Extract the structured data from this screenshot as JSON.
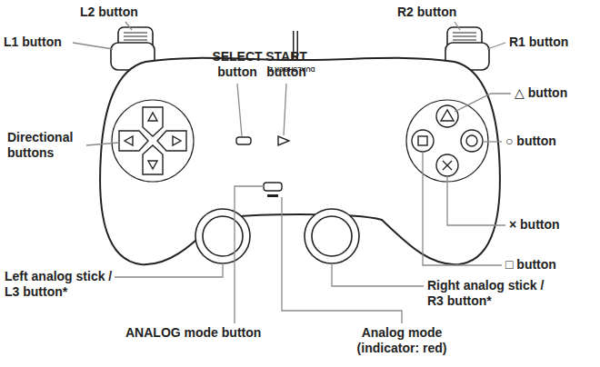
{
  "diagram": {
    "labels": [
      "L2 button",
      "R2 button",
      "L1 button",
      "SELECT button",
      "START button",
      "DUALSHOCK 2",
      "R1 button",
      "△ button",
      "Directional buttons",
      "○ button",
      "× button",
      "□ button",
      "Left analog stick / L3 button*",
      "Right analog stick / R3 button*",
      "ANALOG mode button",
      "Analog mode (indicator: red)"
    ]
  }
}
